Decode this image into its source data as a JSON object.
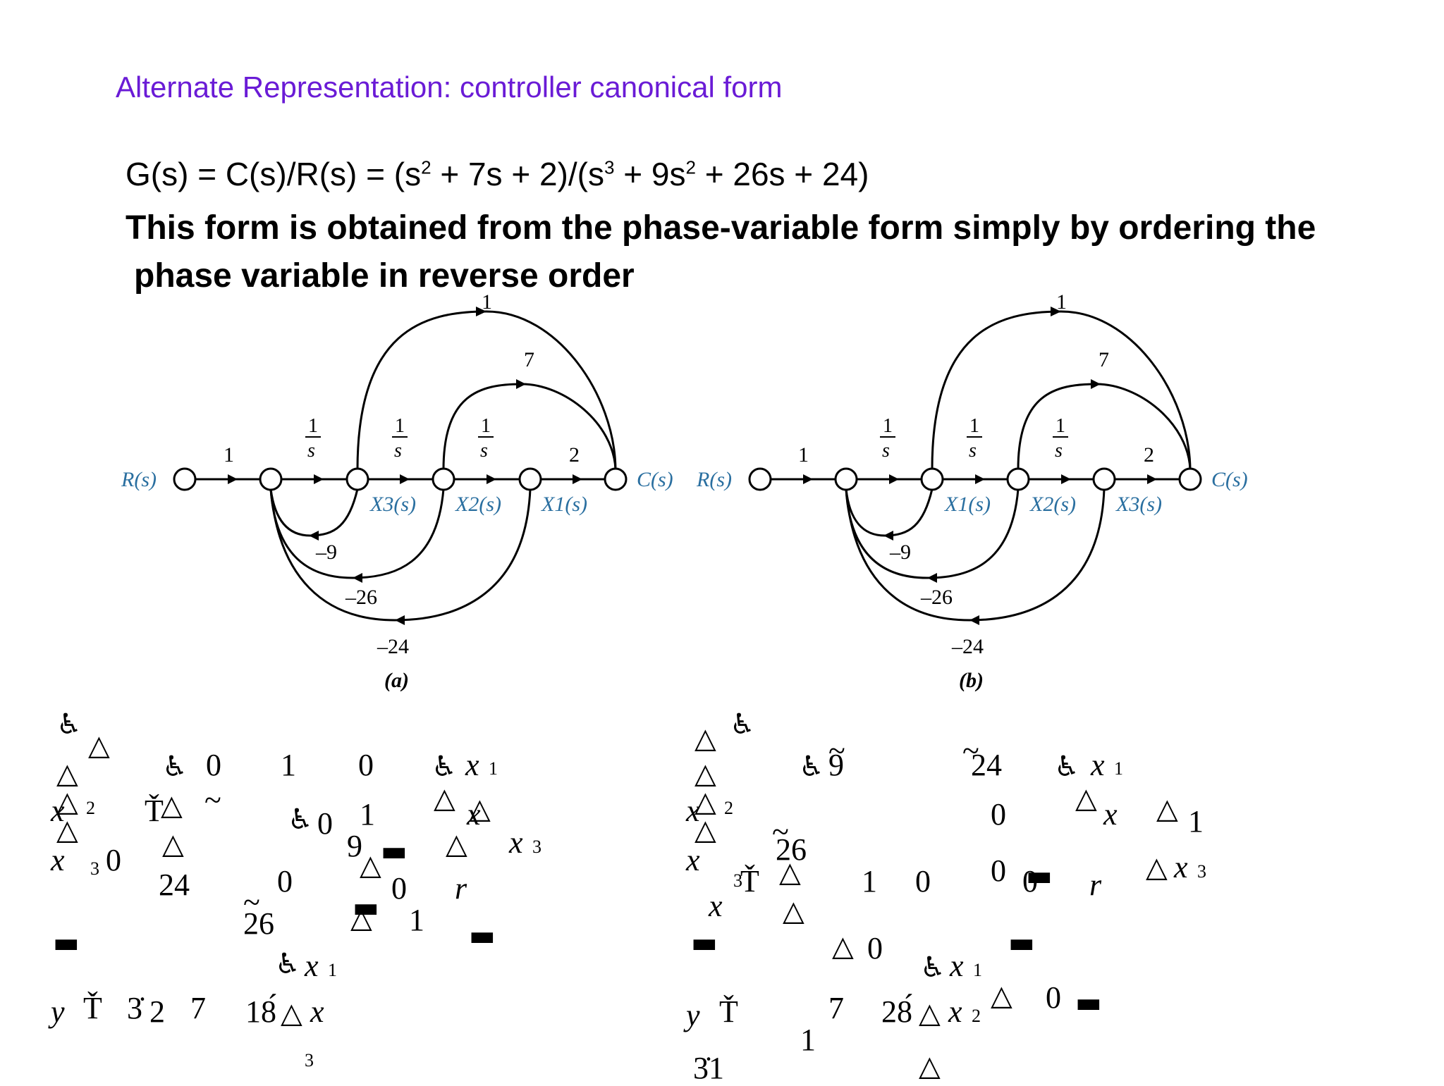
{
  "title": "Alternate Representation: controller canonical form",
  "formula": {
    "lhs": "G(s) = C(s)/R(s) = (s",
    "p1": "2",
    "m1": " + 7s + 2)/(s",
    "p2": "3",
    "m2": " + 9s",
    "p3": "2",
    "m3": " + 26s + 24)"
  },
  "description": {
    "line1": "This form is obtained from the phase-variable form simply by ordering the",
    "line2": "phase variable in reverse order"
  },
  "diagram_a": {
    "caption": "(a)",
    "input": "R(s)",
    "output": "C(s)",
    "gains": {
      "g_in": "1",
      "g_out": "2",
      "g_top": "1",
      "g_mid": "7",
      "fb1": "–9",
      "fb2": "–26",
      "fb3": "–24",
      "int_num": "1",
      "int_den": "s"
    },
    "states": [
      "X3(s)",
      "X2(s)",
      "X1(s)"
    ]
  },
  "diagram_b": {
    "caption": "(b)",
    "input": "R(s)",
    "output": "C(s)",
    "gains": {
      "g_in": "1",
      "g_out": "2",
      "g_top": "1",
      "g_mid": "7",
      "fb1": "–9",
      "fb2": "–26",
      "fb3": "–24",
      "int_num": "1",
      "int_den": "s"
    },
    "states": [
      "X1(s)",
      "X2(s)",
      "X3(s)"
    ]
  },
  "garbled_left": {
    "t1": "0",
    "t2": "1",
    "t3": "0",
    "t4": "x",
    "t5": "1",
    "t6": "2",
    "t7": "Ť",
    "t8": "0",
    "t9": "1",
    "t10": "9",
    "t11": "x",
    "t12": "3",
    "t13": "x",
    "t14": "0",
    "t15": "24",
    "t16": "0",
    "t17": "r",
    "t18": "26",
    "t19": "1",
    "t20": "x",
    "t21": "1",
    "t22": "y",
    "t23": "Ť",
    "t24": "3̇",
    "t25": "2",
    "t26": "7",
    "t27": "18́",
    "t28": "x",
    "t29": "3",
    "t30": "~",
    "t31": "~",
    "t32": "x",
    "t33": "x",
    "t34": "2",
    "t35": "3"
  },
  "garbled_right": {
    "t1": "9",
    "t2": "24",
    "t3": "x",
    "t4": "1",
    "t5": "0",
    "t6": "x",
    "t7": "1",
    "t8": "x",
    "t9": "2",
    "t10": "26",
    "t11": "Ť",
    "t12": "1",
    "t13": "0",
    "t14": "0",
    "t15": "r",
    "t16": "x",
    "t17": "3",
    "t18": "0",
    "t19": "x",
    "t20": "1",
    "t21": "y",
    "t22": "Ť",
    "t23": "1",
    "t24": "7",
    "t25": "28́",
    "t26": "x",
    "t27": "2",
    "t28": "0",
    "t29": "3̇1",
    "t30": "~",
    "t31": "~",
    "t32": "~",
    "t33": "x",
    "t34": "3",
    "t35": "x"
  }
}
